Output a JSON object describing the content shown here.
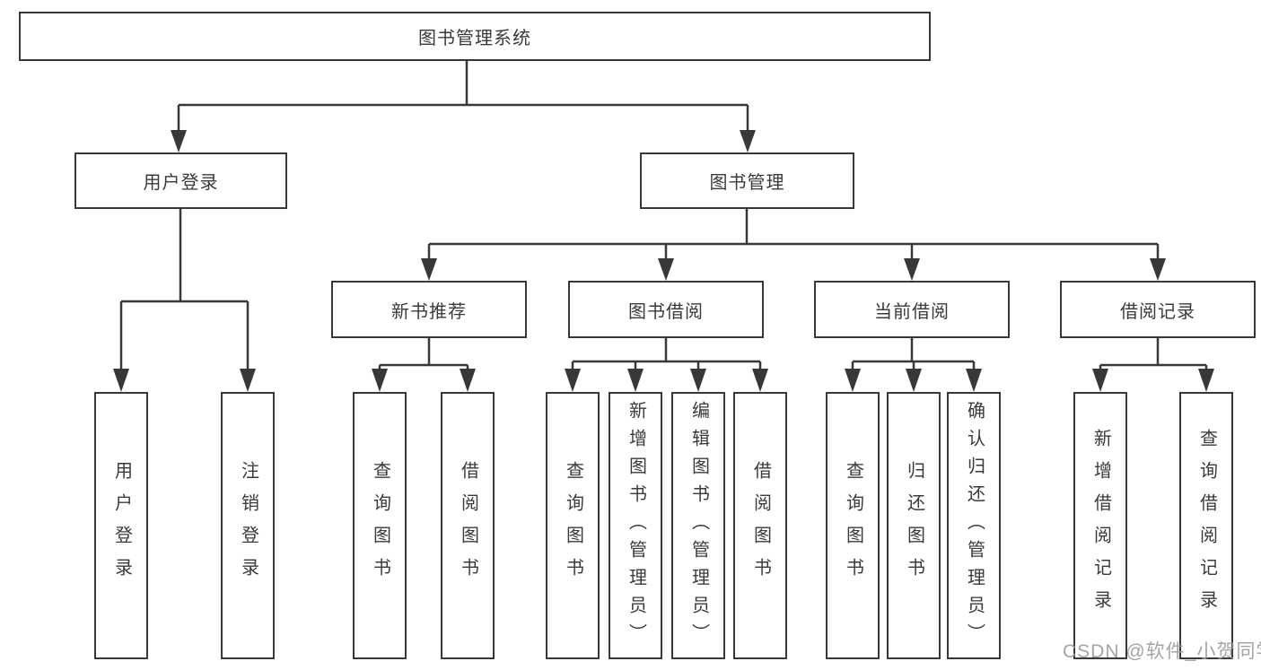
{
  "watermark": "CSDN @软件_小贺同学",
  "colors": {
    "line": "#383838",
    "box_border": "#383838",
    "text": "#3a3a3a",
    "background": "#ffffff",
    "watermark": "#9b9b9b"
  },
  "tree": {
    "label": "图书管理系统",
    "children": [
      {
        "label": "用户登录",
        "children": [
          {
            "label": "用户登录"
          },
          {
            "label": "注销登录"
          }
        ]
      },
      {
        "label": "图书管理",
        "children": [
          {
            "label": "新书推荐",
            "children": [
              {
                "label": "查询图书"
              },
              {
                "label": "借阅图书"
              }
            ]
          },
          {
            "label": "图书借阅",
            "children": [
              {
                "label": "查询图书"
              },
              {
                "label": "新增图书（管理员）"
              },
              {
                "label": "编辑图书（管理员）"
              },
              {
                "label": "借阅图书"
              }
            ]
          },
          {
            "label": "当前借阅",
            "children": [
              {
                "label": "查询图书"
              },
              {
                "label": "归还图书"
              },
              {
                "label": "确认归还（管理员）"
              }
            ]
          },
          {
            "label": "借阅记录",
            "children": [
              {
                "label": "新增借阅记录"
              },
              {
                "label": "查询借阅记录"
              }
            ]
          }
        ]
      }
    ]
  }
}
